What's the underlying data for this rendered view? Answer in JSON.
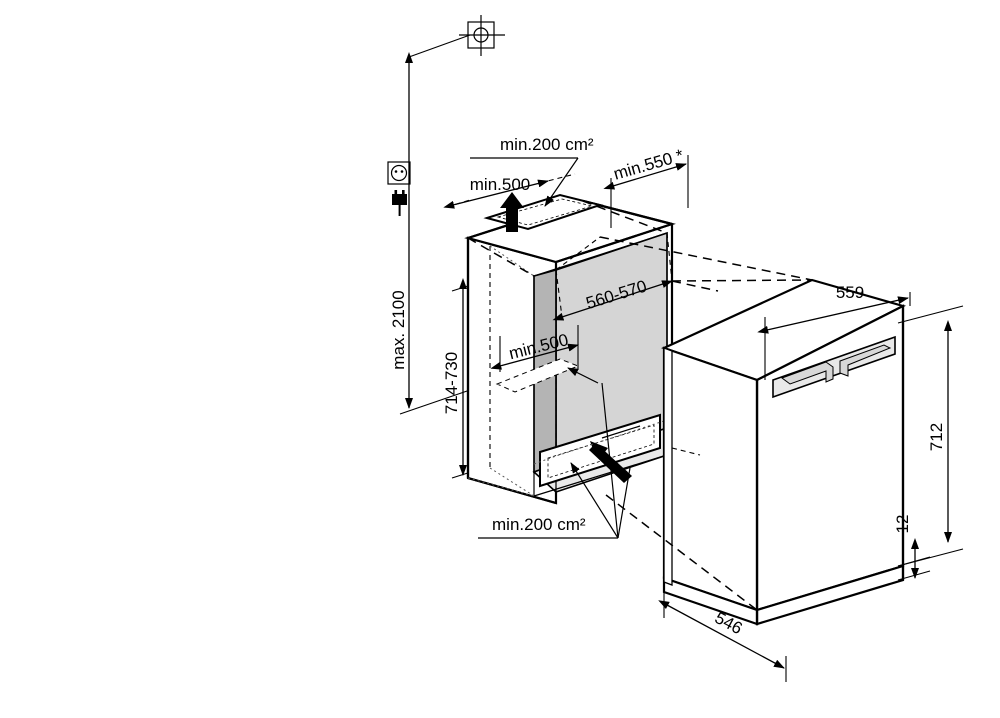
{
  "diagram": {
    "title": "Built-in refrigerator installation diagram",
    "type": "technical-installation-drawing",
    "units": "mm",
    "stroke_color": "#000000",
    "background_color": "#ffffff"
  },
  "symbols": {
    "socket": {
      "name": "power-socket-symbol",
      "glyph": "socket"
    },
    "plug": {
      "name": "power-plug-symbol",
      "glyph": "plug"
    },
    "target": {
      "name": "centre-target-symbol",
      "glyph": "crosshair-circle"
    }
  },
  "dimensions": {
    "max_height": {
      "label": "max. 2100",
      "value": 2100,
      "orientation": "vertical",
      "note": "max socket height"
    },
    "niche_height": {
      "label": "714-730",
      "value_min": 714,
      "value_max": 730,
      "orientation": "vertical"
    },
    "niche_width": {
      "label": "560-570",
      "value_min": 560,
      "value_max": 570,
      "orientation": "diagonal"
    },
    "niche_depth": {
      "label": "min.550 *",
      "value": 550,
      "orientation": "diagonal",
      "note": "asterisk footnote"
    },
    "vent_top_gap": {
      "label": "min.500",
      "value": 500,
      "orientation": "diagonal"
    },
    "vent_inner_gap": {
      "label": "min.500",
      "value": 500,
      "orientation": "diagonal"
    },
    "vent_top_area": {
      "label": "min.200 cm²",
      "value": 200,
      "unit": "cm²"
    },
    "vent_bottom_area": {
      "label": "min.200 cm²",
      "value": 200,
      "unit": "cm²"
    },
    "appliance_width": {
      "label": "559",
      "value": 559,
      "orientation": "diagonal"
    },
    "appliance_height": {
      "label": "712",
      "value": 712,
      "orientation": "vertical"
    },
    "appliance_base": {
      "label": "12",
      "value": 12,
      "orientation": "vertical"
    },
    "appliance_depth": {
      "label": "546",
      "value": 546,
      "orientation": "diagonal"
    }
  },
  "labels": [
    {
      "id": "max-2100",
      "text": "max. 2100"
    },
    {
      "id": "niche-height",
      "text": "714-730"
    },
    {
      "id": "niche-width",
      "text": "560-570"
    },
    {
      "id": "niche-depth",
      "text": "min.550 *"
    },
    {
      "id": "vent-top-gap",
      "text": "min.500"
    },
    {
      "id": "vent-inner-gap",
      "text": "min.500"
    },
    {
      "id": "vent-top-area",
      "text": "min.200 cm²"
    },
    {
      "id": "vent-bottom-area",
      "text": "min.200 cm²"
    },
    {
      "id": "appliance-width",
      "text": "559"
    },
    {
      "id": "appliance-height",
      "text": "712"
    },
    {
      "id": "appliance-base",
      "text": "12"
    },
    {
      "id": "appliance-depth",
      "text": "546"
    }
  ]
}
